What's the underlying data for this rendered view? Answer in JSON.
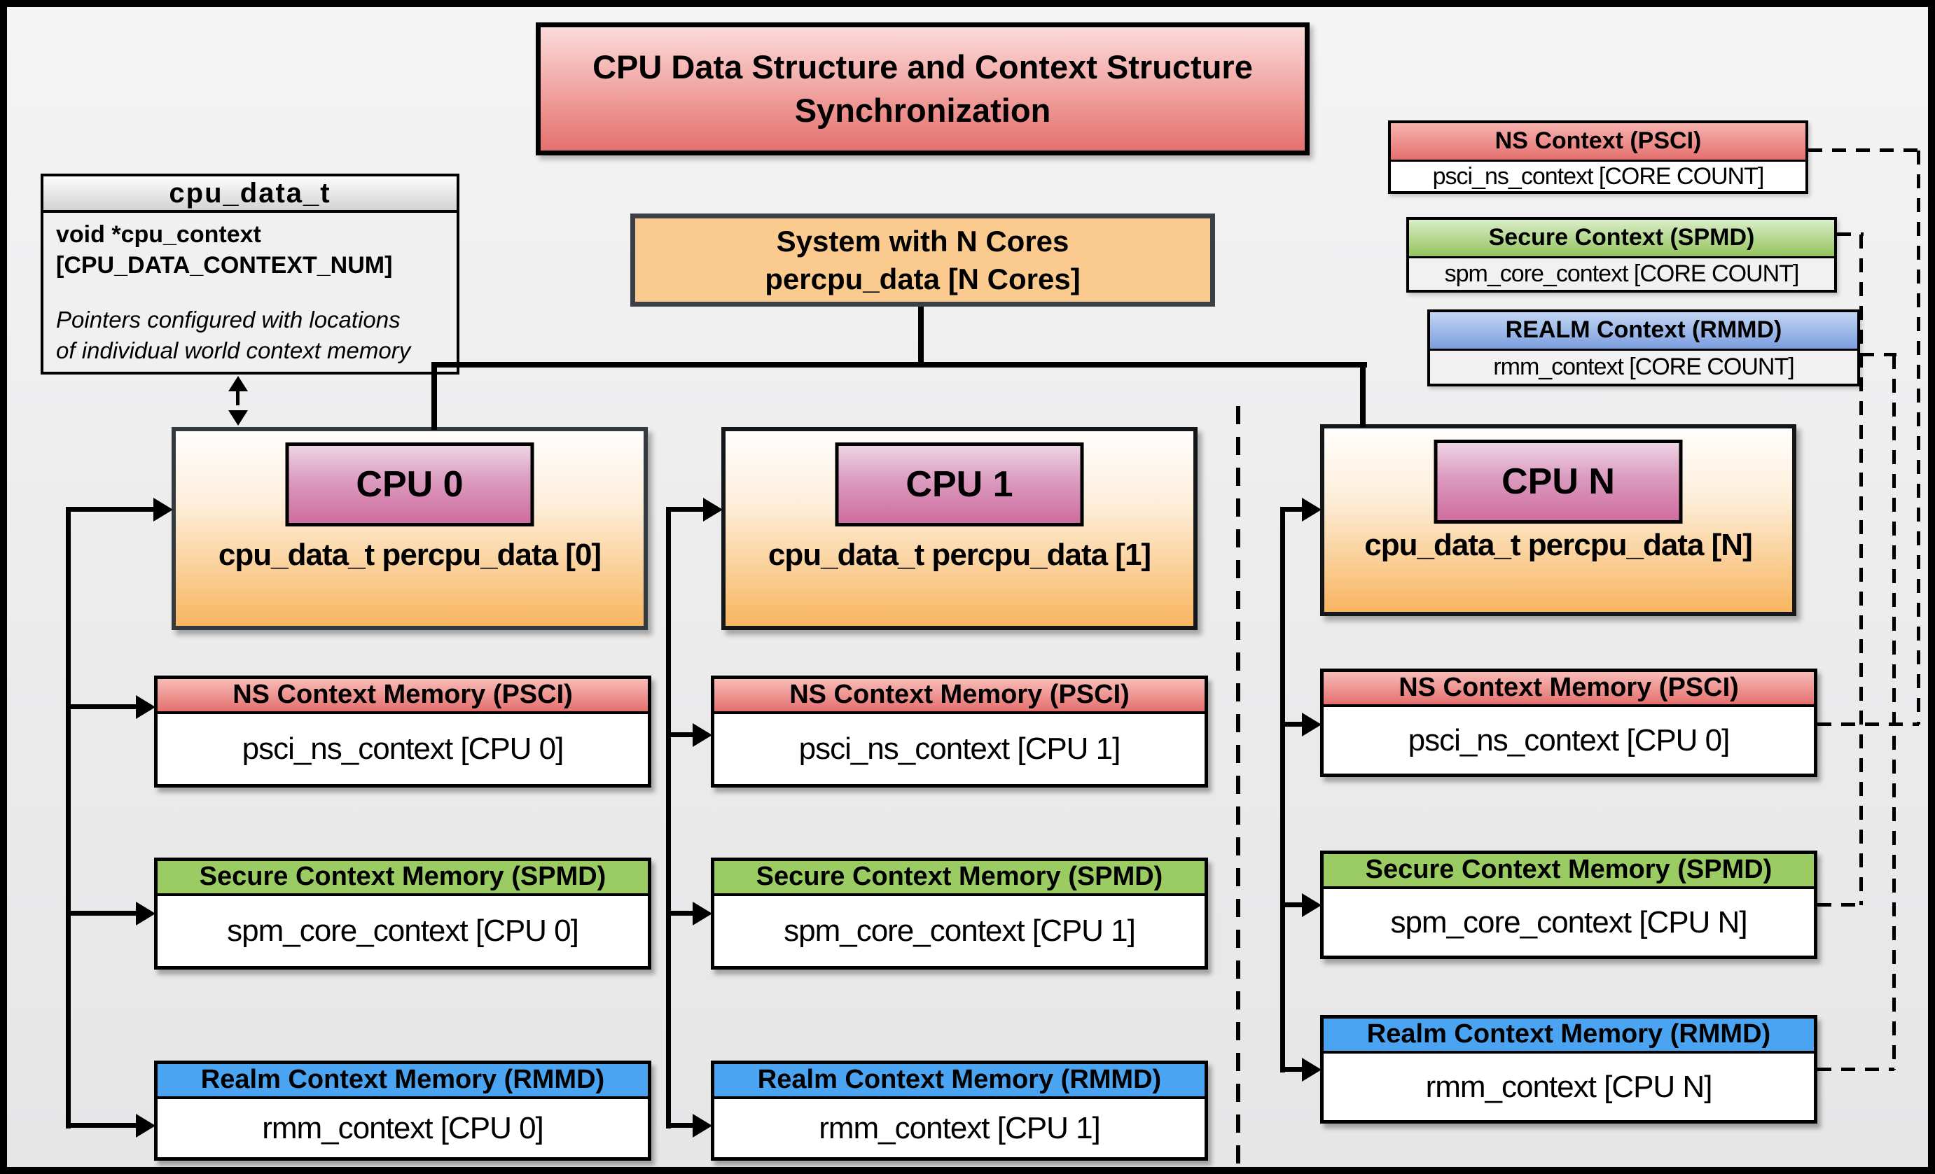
{
  "title": {
    "line1": "CPU Data Structure and Context Structure",
    "line2": "Synchronization"
  },
  "cpu_data_struct": {
    "header": "cpu_data_t",
    "field_line1": "void *cpu_context",
    "field_line2": "[CPU_DATA_CONTEXT_NUM]",
    "note_line1": "Pointers configured with locations",
    "note_line2": "of individual world context memory"
  },
  "system_box": {
    "line1": "System with N Cores",
    "line2": "percpu_data [N Cores]"
  },
  "legend": {
    "ns": {
      "header": "NS Context  (PSCI)",
      "body": "psci_ns_context [CORE COUNT]"
    },
    "secure": {
      "header": "Secure Context (SPMD)",
      "body": "spm_core_context [CORE COUNT]"
    },
    "realm": {
      "header": "REALM Context (RMMD)",
      "body": "rmm_context [CORE COUNT]"
    }
  },
  "cpus": [
    {
      "chip": "CPU 0",
      "data_label": "cpu_data_t percpu_data [0]",
      "ns_header": "NS Context Memory (PSCI)",
      "ns_body": "psci_ns_context [CPU 0]",
      "secure_header": "Secure Context Memory (SPMD)",
      "secure_body": "spm_core_context [CPU 0]",
      "realm_header": "Realm Context Memory (RMMD)",
      "realm_body": "rmm_context [CPU 0]"
    },
    {
      "chip": "CPU 1",
      "data_label": "cpu_data_t percpu_data [1]",
      "ns_header": "NS Context Memory (PSCI)",
      "ns_body": "psci_ns_context [CPU 1]",
      "secure_header": "Secure Context Memory (SPMD)",
      "secure_body": "spm_core_context [CPU 1]",
      "realm_header": "Realm Context Memory (RMMD)",
      "realm_body": "rmm_context [CPU 1]"
    },
    {
      "chip": "CPU N",
      "data_label": "cpu_data_t percpu_data [N]",
      "ns_header": "NS Context Memory (PSCI)",
      "ns_body": "psci_ns_context [CPU 0]",
      "secure_header": "Secure Context Memory (SPMD)",
      "secure_body": "spm_core_context [CPU N]",
      "realm_header": "Realm Context Memory (RMMD)",
      "realm_body": "rmm_context [CPU N]"
    }
  ],
  "colors": {
    "ns_red": "#e4706e",
    "secure_green": "#9bcb63",
    "realm_blue": "#4ba4f2",
    "cpu_box_orange": "#f8b560",
    "cpu_chip_pink": "#cf6d9e",
    "title_red": "#e4706e",
    "struct_gray": "#f0f0f1"
  }
}
